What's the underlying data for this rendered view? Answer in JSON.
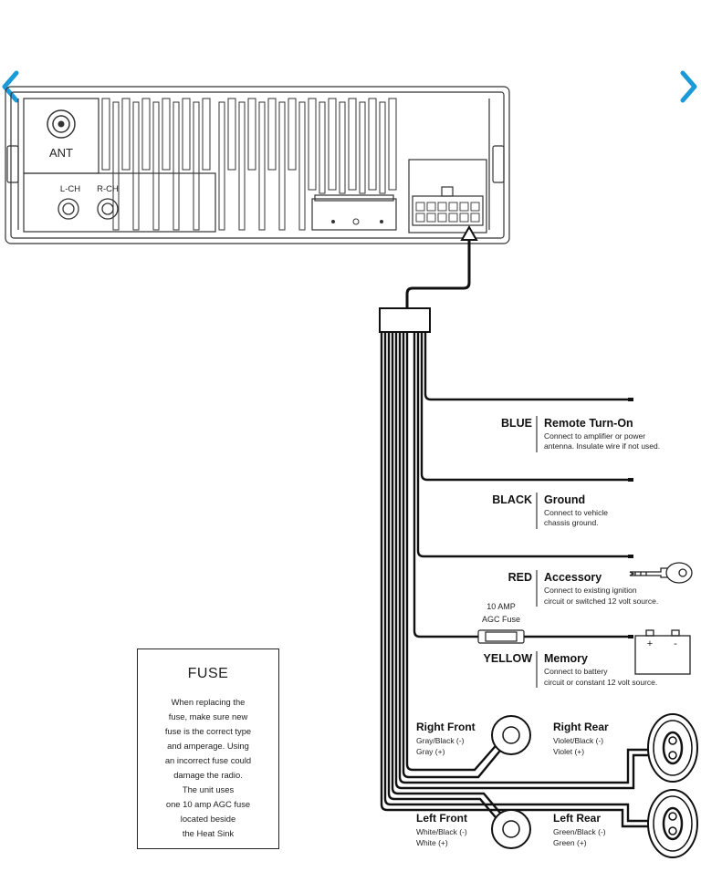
{
  "navigation": {
    "prev_icon": "chevron-left-icon",
    "next_icon": "chevron-right-icon",
    "accent": "#1a9ad6"
  },
  "radio": {
    "ant_label": "ANT",
    "lch_label": "L-CH",
    "rch_label": "R-CH"
  },
  "wires": [
    {
      "color": "BLUE",
      "title": "Remote Turn-On",
      "desc": [
        "Connect to amplifier or power",
        "antenna. Insulate wire if not used."
      ]
    },
    {
      "color": "BLACK",
      "title": "Ground",
      "desc": [
        "Connect to vehicle",
        "chassis ground."
      ]
    },
    {
      "color": "RED",
      "title": "Accessory",
      "desc": [
        "Connect to existing ignition",
        "circuit or switched 12 volt source."
      ]
    },
    {
      "color": "YELLOW",
      "title": "Memory",
      "desc": [
        "Connect to battery",
        "circuit or constant 12 volt source."
      ]
    }
  ],
  "fuse_inline": {
    "line1": "10 AMP",
    "line2": "AGC Fuse"
  },
  "battery": {
    "plus": "+",
    "minus": "-"
  },
  "speakers": [
    {
      "title": "Right Front",
      "lines": [
        "Gray/Black (-)",
        "Gray (+)"
      ]
    },
    {
      "title": "Right Rear",
      "lines": [
        "Violet/Black (-)",
        "Violet (+)"
      ]
    },
    {
      "title": "Left Front",
      "lines": [
        "White/Black (-)",
        "White (+)"
      ]
    },
    {
      "title": "Left Rear",
      "lines": [
        "Green/Black (-)",
        "Green (+)"
      ]
    }
  ],
  "fuse_note": {
    "title": "FUSE",
    "lines": [
      "When replacing the",
      "fuse, make sure new",
      "fuse is the correct type",
      "and amperage. Using",
      "an incorrect fuse could",
      "damage the radio.",
      "The unit uses",
      "one 10 amp AGC fuse",
      "located beside",
      "the Heat Sink"
    ]
  }
}
